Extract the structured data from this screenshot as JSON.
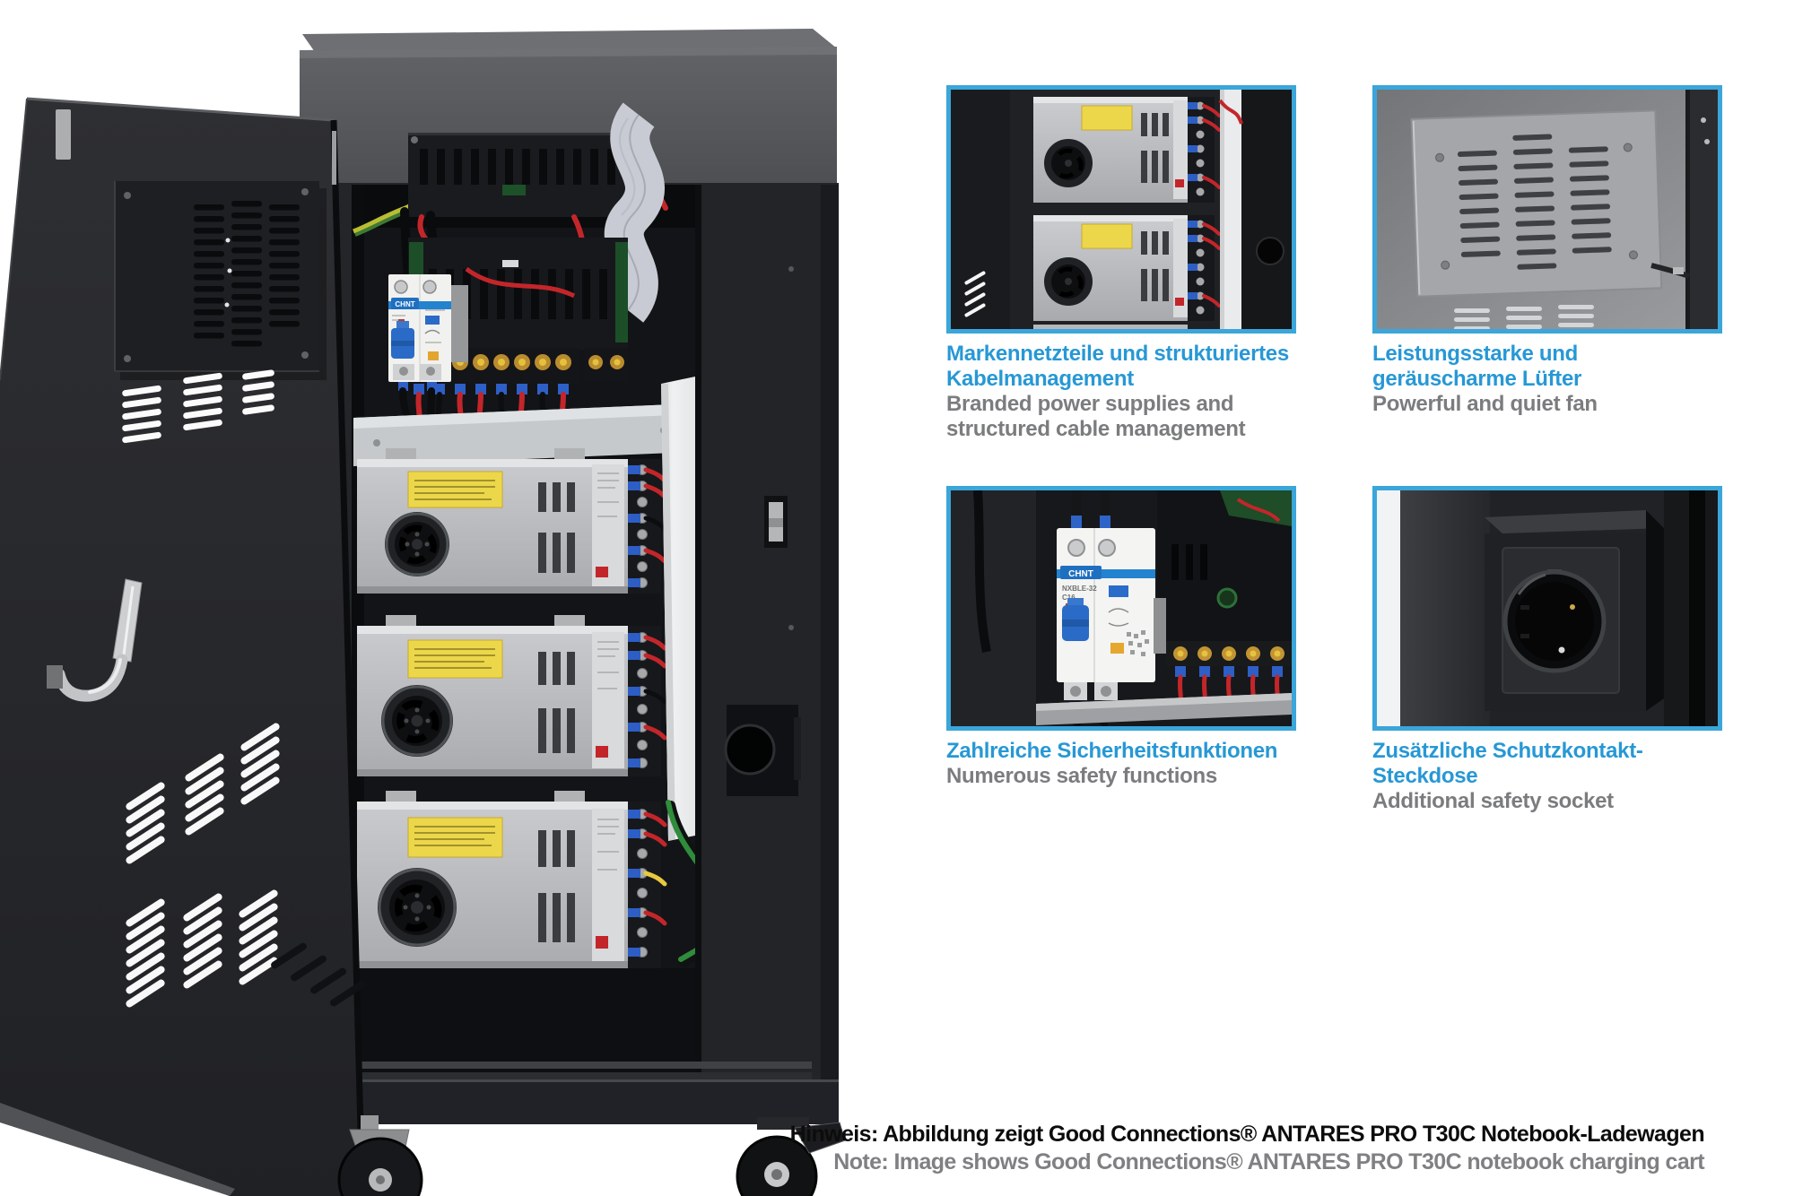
{
  "colors": {
    "accent_blue": "#2798d5",
    "thumb_border_blue": "#3aa6da",
    "caption_gray": "#7b7c7e",
    "note_black": "#0c0c0c",
    "note_gray": "#808083",
    "cabinet_dark": "#232428",
    "psu_silver": "#c0c2c5",
    "wire_red": "#c3262a",
    "label_yellow": "#ecd74b"
  },
  "features": [
    {
      "id": "power-supplies",
      "title_de": "Markennetzteile und strukturiertes\nKabelmanagement",
      "title_en": "Branded power supplies and\nstructured cable management"
    },
    {
      "id": "fan",
      "title_de": "Leistungsstarke und\ngeräuscharme Lüfter",
      "title_en": "Powerful and quiet fan"
    },
    {
      "id": "safety",
      "title_de": "Zahlreiche Sicherheitsfunktionen",
      "title_en": "Numerous safety functions"
    },
    {
      "id": "socket",
      "title_de": "Zusätzliche Schutzkontakt-\nSteckdose",
      "title_en": "Additional safety socket"
    }
  ],
  "note": {
    "de": "Hinweis: Abbildung zeigt Good Connections® ANTARES PRO T30C Notebook-Ladewagen",
    "en": "Note: Image shows Good Connections® ANTARES PRO T30C notebook charging cart"
  },
  "brand": {
    "breaker": "CHNT",
    "breaker_model": "NXBLE-32",
    "breaker_rating": "C16"
  }
}
